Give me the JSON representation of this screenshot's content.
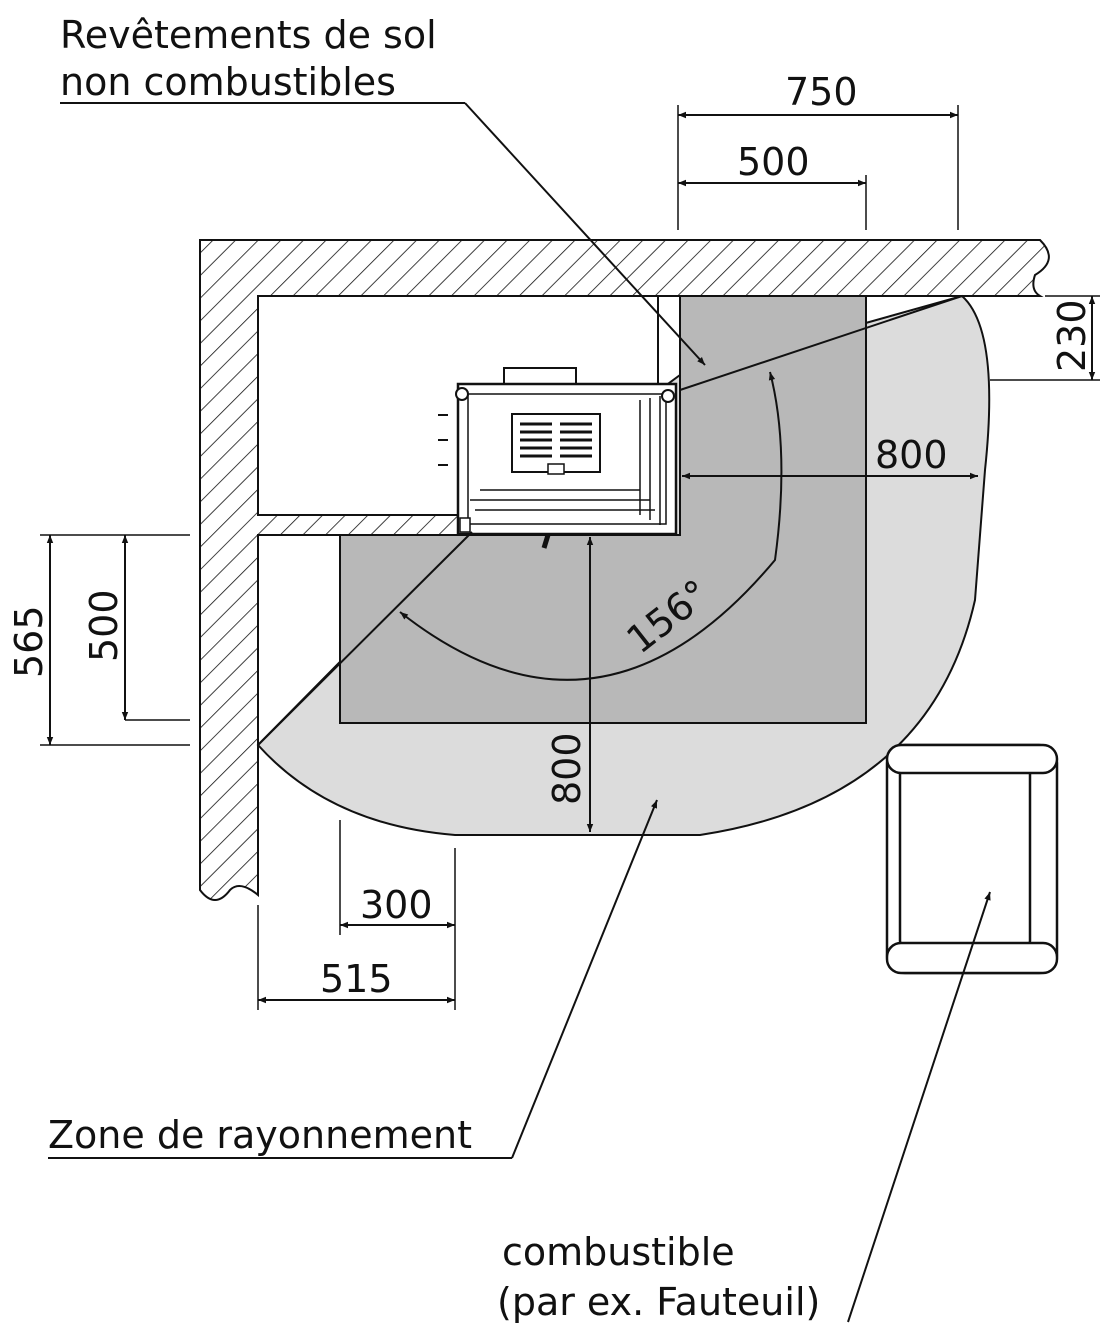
{
  "labels": {
    "floor_covering_line1": "Revêtements de sol",
    "floor_covering_line2": "non combustibles",
    "radiation_zone": "Zone de rayonnement",
    "combustible_line1": "combustible",
    "combustible_line2": "(par ex. Fauteuil)"
  },
  "dimensions": {
    "top_outer": "750",
    "top_inner": "500",
    "right_offset": "230",
    "side_radius": "800",
    "front_radius": "800",
    "left_outer": "565",
    "left_inner": "500",
    "bottom_inner": "300",
    "bottom_outer": "515",
    "angle": "156°"
  },
  "colors": {
    "radiation_zone": "#dcdcdc",
    "floor_plate": "#b8b8b8",
    "wall_hatch": "#111111"
  }
}
